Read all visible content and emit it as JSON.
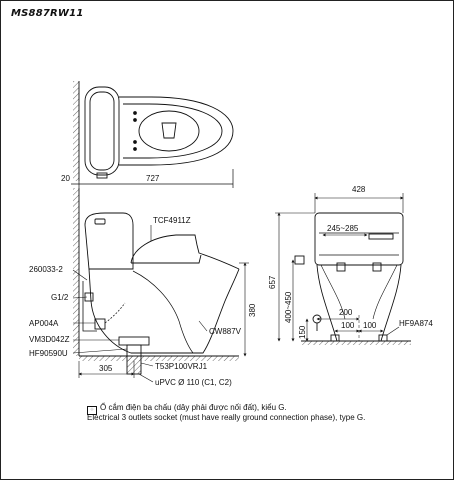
{
  "model": "MS887RW11",
  "top_view": {
    "wall_offset": "20",
    "length": "727"
  },
  "side_view": {
    "labels": {
      "seat": "TCF4911Z",
      "supply_code": "260033-2",
      "thread": "G1/2",
      "valve": "AP004A",
      "hose": "VM3D042Z",
      "flange": "HF90590U",
      "bowl": "CW887V",
      "drain": "T53P100VRJ1",
      "pipe": "uPVC Ø 110 (C1, C2)"
    },
    "dims": {
      "rough_in": "305",
      "rim_height": "380"
    }
  },
  "front_view": {
    "width": "428",
    "seat_range": "245~285",
    "total_height": "657",
    "socket_height": "400~450",
    "supply_height": "150",
    "supply_offset": "200",
    "bolt_left": "100",
    "bolt_right": "100",
    "fitting": "HF9A874"
  },
  "notes": {
    "socket_icon": "socket-icon",
    "vn": "Ổ cắm điện ba chấu (dây phải được nối đất), kiểu G.",
    "en": "Electrical 3 outlets socket (must have really ground connection phase), type G."
  }
}
